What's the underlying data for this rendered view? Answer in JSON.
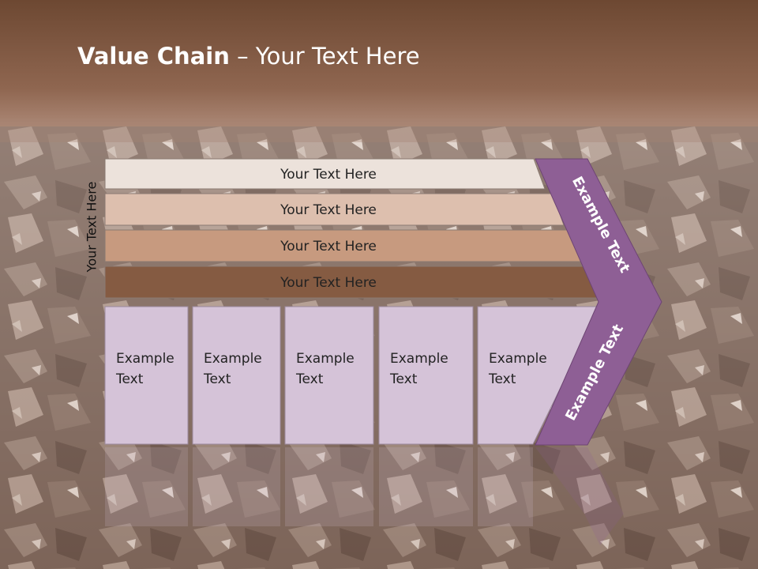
{
  "title": {
    "bold": "Value Chain",
    "rest": " – Your Text Here"
  },
  "side_label": "Your Text Here",
  "rows": [
    {
      "label": "Your Text Here",
      "color": "#ece2db"
    },
    {
      "label": "Your Text Here",
      "color": "#ddbfae"
    },
    {
      "label": "Your Text Here",
      "color": "#c79a7f"
    },
    {
      "label": "Your Text Here",
      "color": "#855b42"
    }
  ],
  "columns": [
    {
      "line1": "Example",
      "line2": "Text"
    },
    {
      "line1": "Example",
      "line2": "Text"
    },
    {
      "line1": "Example",
      "line2": "Text"
    },
    {
      "line1": "Example",
      "line2": "Text"
    },
    {
      "line1": "Example",
      "line2": "Text"
    }
  ],
  "arrow": {
    "top_label": "Example Text",
    "bottom_label": "Example Text"
  },
  "colors": {
    "column_fill": "#d5c3d8",
    "arrow_fill": "#8e5f95",
    "header_band": "#7b523a"
  }
}
